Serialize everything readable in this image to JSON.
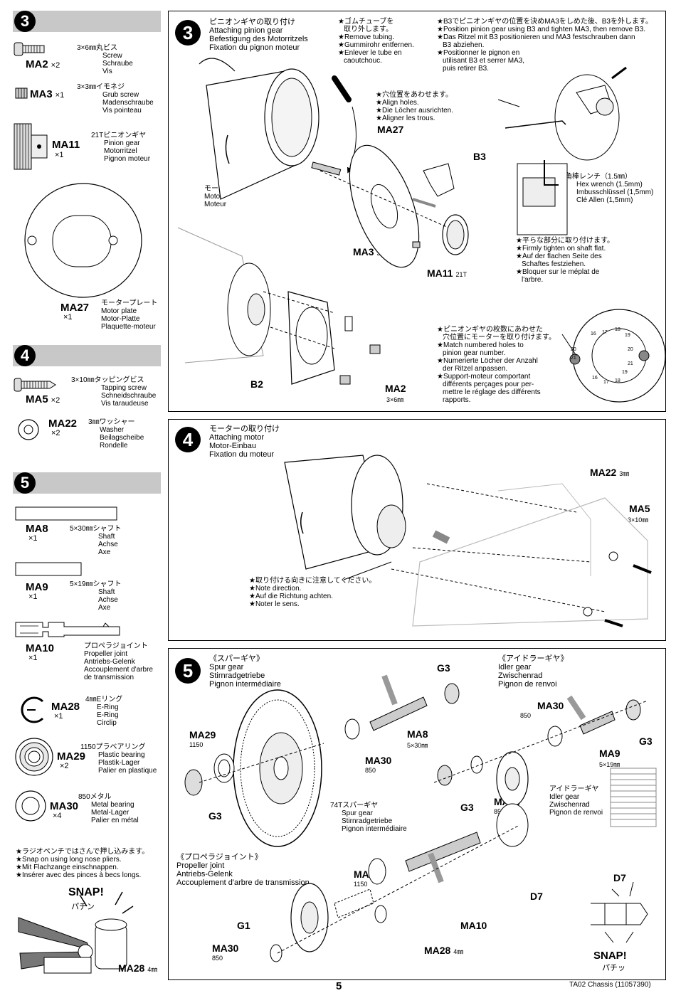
{
  "sidebar": {
    "step3": {
      "num": "3",
      "parts": [
        {
          "code": "MA2",
          "qty": "×2",
          "desc": [
            "3×6㎜丸ビス",
            "Screw",
            "Schraube",
            "Vis"
          ]
        },
        {
          "code": "MA3",
          "qty": "×1",
          "desc": [
            "3×3㎜イモネジ",
            "Grub screw",
            "Madenschraube",
            "Vis pointeau"
          ]
        },
        {
          "code": "MA11",
          "qty": "×1",
          "desc": [
            "21Tピニオンギヤ",
            "Pinion gear",
            "Motorritzel",
            "Pignon moteur"
          ]
        },
        {
          "code": "MA27",
          "qty": "×1",
          "desc": [
            "モータープレート",
            "Motor plate",
            "Motor-Platte",
            "Plaquette-moteur"
          ]
        }
      ]
    },
    "step4": {
      "num": "4",
      "parts": [
        {
          "code": "MA5",
          "qty": "×2",
          "desc": [
            "3×10㎜タッピングビス",
            "Tapping screw",
            "Schneidschraube",
            "Vis taraudeuse"
          ]
        },
        {
          "code": "MA22",
          "qty": "×2",
          "desc": [
            "3㎜ワッシャー",
            "Washer",
            "Beilagscheibe",
            "Rondelle"
          ]
        }
      ]
    },
    "step5": {
      "num": "5",
      "parts": [
        {
          "code": "MA8",
          "qty": "×1",
          "desc": [
            "5×30㎜シャフト",
            "Shaft",
            "Achse",
            "Axe"
          ]
        },
        {
          "code": "MA9",
          "qty": "×1",
          "desc": [
            "5×19㎜シャフト",
            "Shaft",
            "Achse",
            "Axe"
          ]
        },
        {
          "code": "MA10",
          "qty": "×1",
          "desc": [
            "プロペラジョイント",
            "Propeller joint",
            "Antriebs-Gelenk",
            "Accouplement d'arbre",
            "de transmission"
          ]
        },
        {
          "code": "MA28",
          "qty": "×1",
          "desc": [
            "4㎜Eリング",
            "E-Ring",
            "E-Ring",
            "Circlip"
          ]
        },
        {
          "code": "MA29",
          "qty": "×2",
          "desc": [
            "1150プラベアリング",
            "Plastic bearing",
            "Plastik-Lager",
            "Palier en plastique"
          ]
        },
        {
          "code": "MA30",
          "qty": "×4",
          "desc": [
            "850メタル",
            "Metal bearing",
            "Metal-Lager",
            "Palier en métal"
          ]
        }
      ]
    },
    "pliers_note": [
      "★ラジオペンチではさんで押し込みます。",
      "★Snap on using long nose pliers.",
      "★Mit Flachzange einschnappen.",
      "★Insérer avec des pinces à becs longs."
    ],
    "snap": "SNAP!",
    "snap_jp": "パチン",
    "ma28_label": "MA28",
    "ma28_size": "4㎜"
  },
  "step3": {
    "num": "3",
    "title": [
      "ピニオンギヤの取り付け",
      "Attaching pinion gear",
      "Befestigung des Motorritzels",
      "Fixation du pignon moteur"
    ],
    "note_tube": [
      "★ゴムチューブを",
      "取り外します。",
      "★Remove tubing.",
      "★Gummirohr entfernen.",
      "★Enlever le tube en",
      "caoutchouc."
    ],
    "note_b3": [
      "★B3でピニオンギヤの位置を決めMA3をしめた後、B3を外します。",
      "★Position pinion gear using B3 and tighten MA3, then remove B3.",
      "★Das Ritzel mit B3 positionieren und MA3 festschrauben dann",
      "B3 abziehen.",
      "★Positionner le pignon en",
      "utilisant B3 et serrer MA3,",
      "puis retirer B3."
    ],
    "note_holes": [
      "★穴位置をあわせます。",
      "★Align holes.",
      "★Die Löcher ausrichten.",
      "★Aligner les trous."
    ],
    "motor": [
      "モーター",
      "Motor",
      "Moteur"
    ],
    "hex": [
      "六角棒レンチ（1.5㎜）",
      "Hex wrench (1.5mm)",
      "Imbusschlüssel (1,5mm)",
      "Clé Allen (1,5mm)"
    ],
    "note_flat": [
      "★平らな部分に取り付けます。",
      "★Firmly tighten on shaft flat.",
      "★Auf der flachen Seite des",
      "Schaftes festziehen.",
      "★Bloquer sur le méplat de",
      "l'arbre."
    ],
    "note_match": [
      "★ピニオンギヤの枚数にあわせた",
      "穴位置にモーターを取り付けます。",
      "★Match numbered holes to",
      "pinion gear number.",
      "★Numerierte Löcher der Anzahl",
      "der Ritzel anpassen.",
      "★Support-moteur comportant",
      "différents perçages pour per-",
      "mettre le réglage des différents",
      "rapports."
    ],
    "labels": {
      "ma27": "MA27",
      "b3": "B3",
      "ma3": "MA3",
      "ma3_size": "3㎜",
      "ma11": "MA11",
      "ma11_size": "21T",
      "b2": "B2",
      "ma2": "MA2",
      "ma2_size": "3×6㎜"
    },
    "dial_numbers": [
      "17",
      "18",
      "19",
      "20",
      "21",
      "21",
      "19",
      "18",
      "17",
      "16",
      "16",
      "20"
    ]
  },
  "step4": {
    "num": "4",
    "title": [
      "モーターの取り付け",
      "Attaching motor",
      "Motor-Einbau",
      "Fixation du moteur"
    ],
    "note_dir": [
      "★取り付ける向きに注意してください。",
      "★Note direction.",
      "★Auf die Richtung achten.",
      "★Noter le sens."
    ],
    "labels": {
      "ma22": "MA22",
      "ma22_size": "3㎜",
      "ma5": "MA5",
      "ma5_size": "3×10㎜"
    }
  },
  "step5": {
    "num": "5",
    "spur_title": [
      "《スパーギヤ》",
      "Spur gear",
      "Stirnradgetriebe",
      "Pignon intermédiaire"
    ],
    "idler_title": [
      "《アイドラーギヤ》",
      "Idler gear",
      "Zwischenrad",
      "Pignon de renvoi"
    ],
    "prop_title": [
      "《プロペラジョイント》",
      "Propeller joint",
      "Antriebs-Gelenk",
      "Accouplement d'arbre de transmission"
    ],
    "spur74": [
      "74Tスパーギヤ",
      "Spur gear",
      "Stirnradgetriebe",
      "Pignon intermédiaire"
    ],
    "idler_gear": [
      "アイドラーギヤ",
      "Idler gear",
      "Zwischenrad",
      "Pignon de renvoi"
    ],
    "labels": {
      "g3a": "G3",
      "g3b": "G3",
      "g3c": "G3",
      "g3d": "G3",
      "ma29a": "MA29",
      "ma29a_size": "1150",
      "ma30a": "MA30",
      "ma30a_size": "850",
      "ma8": "MA8",
      "ma8_size": "5×30㎜",
      "ma30b": "MA30",
      "ma30b_size": "850",
      "ma9": "MA9",
      "ma9_size": "5×19㎜",
      "ma30c": "MA30",
      "ma30c_size": "850",
      "ma29b": "MA29",
      "ma29b_size": "1150",
      "d7a": "D7",
      "d7b": "D7",
      "g1": "G1",
      "ma10": "MA10",
      "ma30d": "MA30",
      "ma30d_size": "850",
      "ma28": "MA28",
      "ma28_size": "4㎜"
    },
    "snap": "SNAP!",
    "snap_jp": "パチッ"
  },
  "footer": {
    "page": "5",
    "doc": "TA02 Chassis (11057390)"
  }
}
